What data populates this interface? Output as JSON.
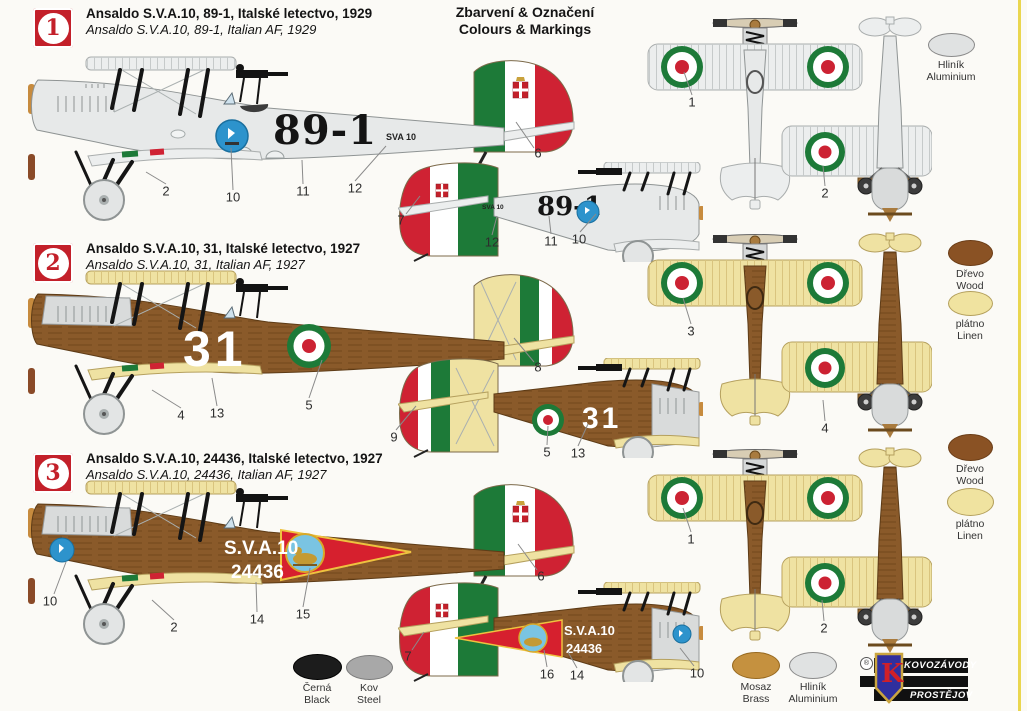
{
  "title": {
    "line1": "Zbarvení & Označení",
    "line2": "Colours & Markings"
  },
  "schemes": [
    {
      "badge": "1",
      "title_cz": "Ansaldo S.V.A.10, 89-1, Italské letectvo, 1929",
      "title_en": "Ansaldo S.V.A.10, 89-1, Italian AF, 1929",
      "code": "89-1",
      "tail_text": "SVA 10"
    },
    {
      "badge": "2",
      "title_cz": "Ansaldo S.V.A.10, 31, Italské letectvo, 1927",
      "title_en": "Ansaldo S.V.A.10, 31, Italian AF, 1927",
      "code": "31"
    },
    {
      "badge": "3",
      "title_cz": "Ansaldo S.V.A.10, 24436, Italské letectvo, 1927",
      "title_en": "Ansaldo S.V.A.10, 24436, Italian AF, 1927",
      "code_line1": "S.V.A.10",
      "code_line2": "24436"
    }
  ],
  "swatches": {
    "aluminium": {
      "cz": "Hliník",
      "en": "Aluminium",
      "color": "#e0e2e2"
    },
    "wood": {
      "cz": "Dřevo",
      "en": "Wood",
      "color": "#8a5224"
    },
    "linen": {
      "cz": "plátno",
      "en": "Linen",
      "color": "#f0e3a0"
    },
    "black": {
      "cz": "Černá",
      "en": "Black",
      "color": "#1c1c1c"
    },
    "steel": {
      "cz": "Kov",
      "en": "Steel",
      "color": "#a8a8a8"
    },
    "brass": {
      "cz": "Mosaz",
      "en": "Brass",
      "color": "#c5913f"
    }
  },
  "callouts": {
    "s1": [
      "2",
      "10",
      "11",
      "12",
      "6",
      "7",
      "12",
      "11",
      "10",
      "1",
      "2"
    ],
    "s2": [
      "4",
      "13",
      "5",
      "8",
      "9",
      "5",
      "13",
      "3",
      "4"
    ],
    "s3": [
      "10",
      "2",
      "14",
      "15",
      "6",
      "7",
      "16",
      "14",
      "10",
      "1",
      "2"
    ]
  },
  "logo": {
    "registered": "®",
    "monogram": "K",
    "line1": "KOVOZÁVODY",
    "line2": "PROSTĚJOV"
  },
  "colors": {
    "badge_red": "#c3202a",
    "italian_green": "#1d7a38",
    "italian_red": "#cf2233",
    "roundel_red": "#cc2233",
    "blue_disc": "#2d93cc",
    "wood_brown": "#8a5a2a",
    "linen_cream": "#efe2a2",
    "aluminium_gray": "#e0e2e2",
    "pennant_red": "#d6202e",
    "pennant_border": "#e9b93c"
  }
}
